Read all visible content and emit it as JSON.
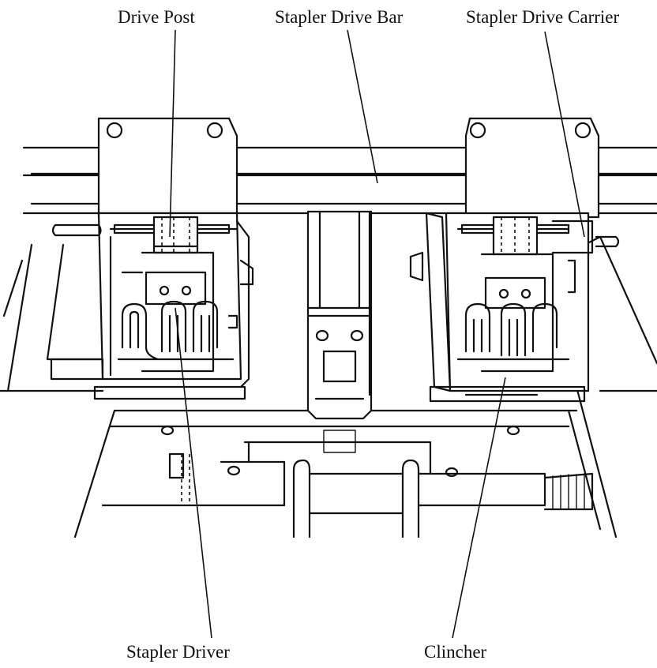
{
  "labels": {
    "drive_post": "Drive Post",
    "stapler_drive_bar": "Stapler Drive Bar",
    "stapler_drive_carrier": "Stapler Drive Carrier",
    "stapler_driver": "Stapler Driver",
    "clincher": "Clincher"
  },
  "colors": {
    "ink": "#111111",
    "background": "#ffffff"
  }
}
